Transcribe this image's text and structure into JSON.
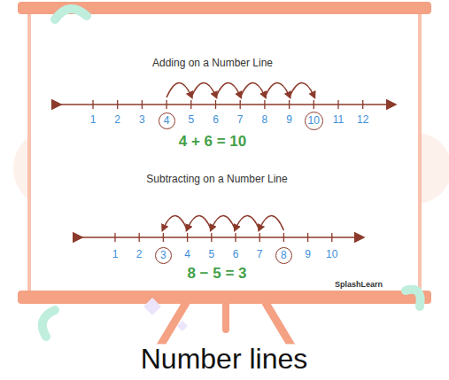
{
  "diagram": {
    "caption": "Number lines",
    "nodes": [
      {
        "text": [
          "4"
        ]
      },
      {
        "text": [
          "10"
        ]
      },
      {
        "text": [
          "3"
        ]
      },
      {
        "text": [
          "8"
        ]
      }
    ],
    "labels": [
      "Adding on a Number Line",
      "1",
      "2",
      "3",
      "5",
      "6",
      "7",
      "8",
      "9",
      "11",
      "12",
      "4 + 6 = 10",
      "Subtracting on a Number Line",
      "1",
      "2",
      "4",
      "5",
      "6",
      "7",
      "9",
      "10",
      "8 − 5 = 3",
      "SplashLearn"
    ]
  }
}
